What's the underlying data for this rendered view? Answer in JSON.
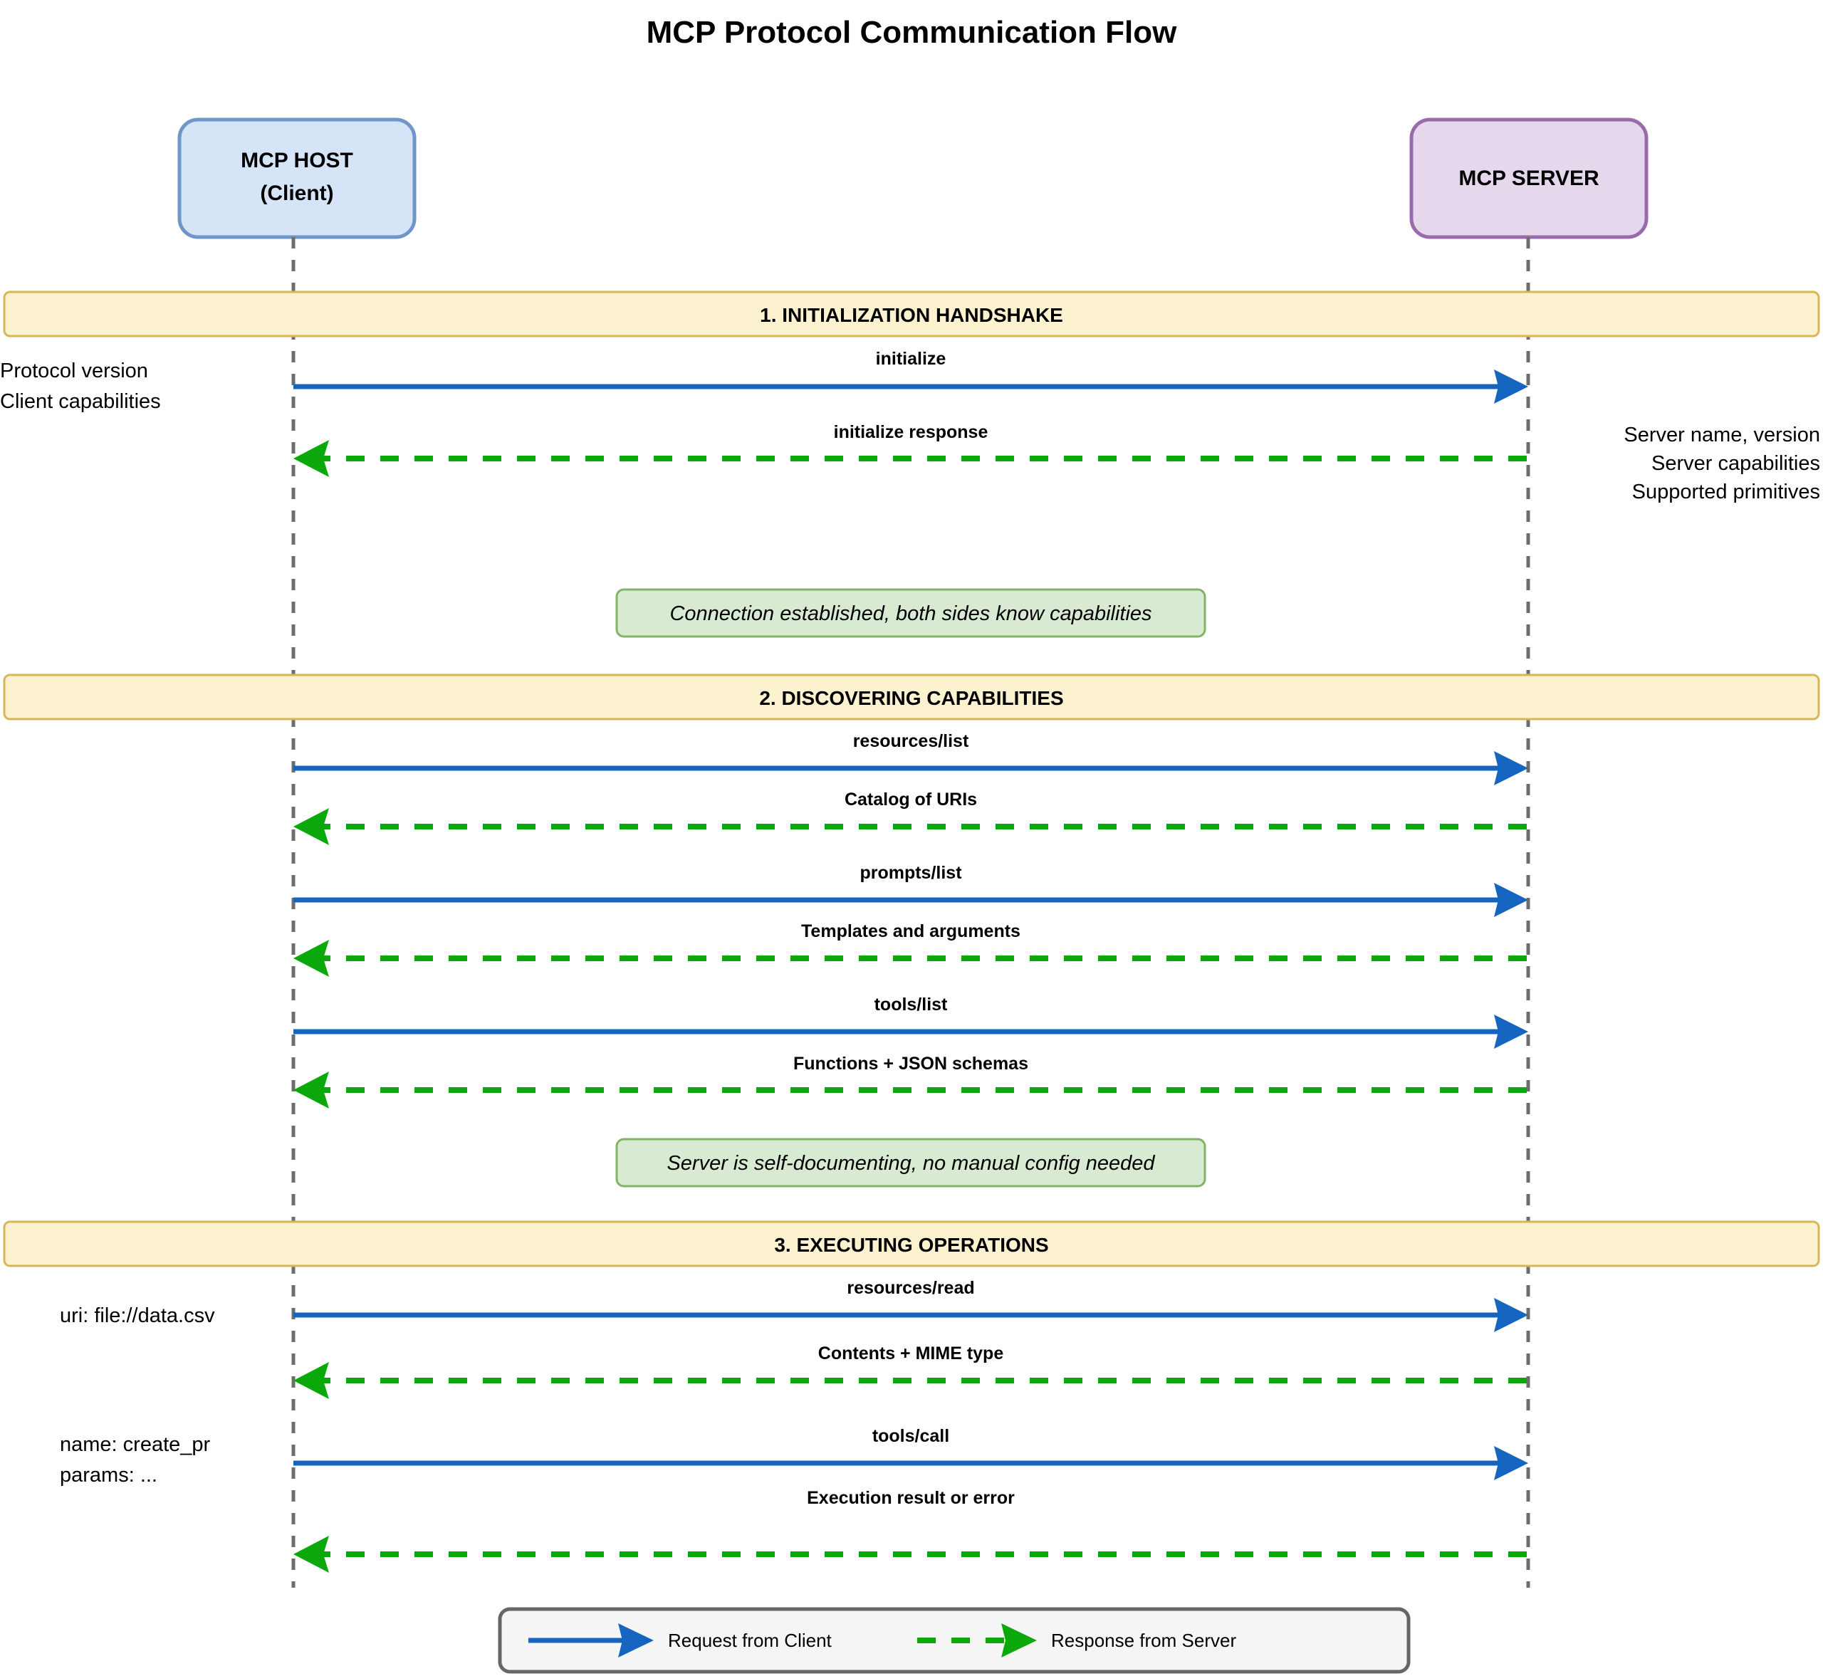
{
  "title": "MCP Protocol Communication Flow",
  "actors": {
    "client": {
      "name": "MCP HOST",
      "subtitle": "(Client)"
    },
    "server": {
      "name": "MCP SERVER",
      "subtitle": ""
    }
  },
  "colors": {
    "request": "#1565c0",
    "response": "#0aa80a",
    "section_band_fill": "#fdf2cf",
    "section_band_border": "#d6b656",
    "note_fill": "#d9ead3",
    "note_border": "#82b366",
    "host_fill": "#d6e4f7",
    "host_border": "#6f96c8",
    "server_fill": "#e5d7ec",
    "server_border": "#9a6bab",
    "lifeline": "#6d6d6d",
    "legend_fill": "#f5f5f5",
    "legend_border": "#666666"
  },
  "sections": [
    {
      "id": "initialization",
      "banner": "1. INITIALIZATION HANDSHAKE",
      "messages": [
        {
          "label": "initialize",
          "direction": "request",
          "side_note": "Protocol version\nClient capabilities",
          "side_note_position": "left"
        },
        {
          "label": "initialize response",
          "direction": "response",
          "side_note": "Server name, version\nServer capabilities\nSupported primitives",
          "side_note_position": "right"
        }
      ],
      "note": "Connection established, both sides know capabilities"
    },
    {
      "id": "discovery",
      "banner": "2. DISCOVERING CAPABILITIES",
      "messages": [
        {
          "label": "resources/list",
          "direction": "request",
          "side_note": "",
          "side_note_position": ""
        },
        {
          "label": "Catalog of URIs",
          "direction": "response",
          "side_note": "",
          "side_note_position": ""
        },
        {
          "label": "prompts/list",
          "direction": "request",
          "side_note": "",
          "side_note_position": ""
        },
        {
          "label": "Templates and arguments",
          "direction": "response",
          "side_note": "",
          "side_note_position": ""
        },
        {
          "label": "tools/list",
          "direction": "request",
          "side_note": "",
          "side_note_position": ""
        },
        {
          "label": "Functions + JSON schemas",
          "direction": "response",
          "side_note": "",
          "side_note_position": ""
        }
      ],
      "note": "Server is self-documenting, no manual config needed"
    },
    {
      "id": "execution",
      "banner": "3. EXECUTING OPERATIONS",
      "messages": [
        {
          "label": "resources/read",
          "direction": "request",
          "side_note": "uri: file://data.csv",
          "side_note_position": "left"
        },
        {
          "label": "Contents + MIME type",
          "direction": "response",
          "side_note": "",
          "side_note_position": ""
        },
        {
          "label": "tools/call",
          "direction": "request",
          "side_note": "name: create_pr\nparams: ...",
          "side_note_position": "left"
        },
        {
          "label": "Execution result or error",
          "direction": "response",
          "side_note": "",
          "side_note_position": ""
        }
      ],
      "note": ""
    }
  ],
  "legend": {
    "request_label": "Request from Client",
    "response_label": "Response from Server"
  }
}
